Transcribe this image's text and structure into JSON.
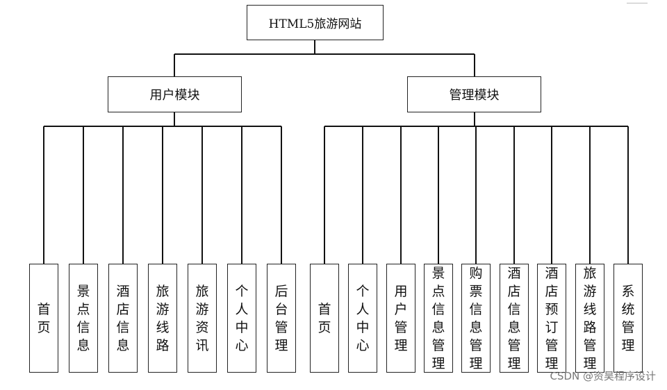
{
  "root": {
    "label": "HTML5旅游网站"
  },
  "modules": [
    {
      "label": "用户模块",
      "children": [
        "首页",
        "景点信息",
        "酒店信息",
        "旅游线路",
        "旅游资讯",
        "个人中心",
        "后台管理"
      ]
    },
    {
      "label": "管理模块",
      "children": [
        "首页",
        "个人中心",
        "用户管理",
        "景点信息管理",
        "购票信息管理",
        "酒店信息管理",
        "酒店预订管理",
        "旅游线路管理",
        "系统管理"
      ]
    }
  ],
  "watermark": "CSDN @资昊程序设计"
}
